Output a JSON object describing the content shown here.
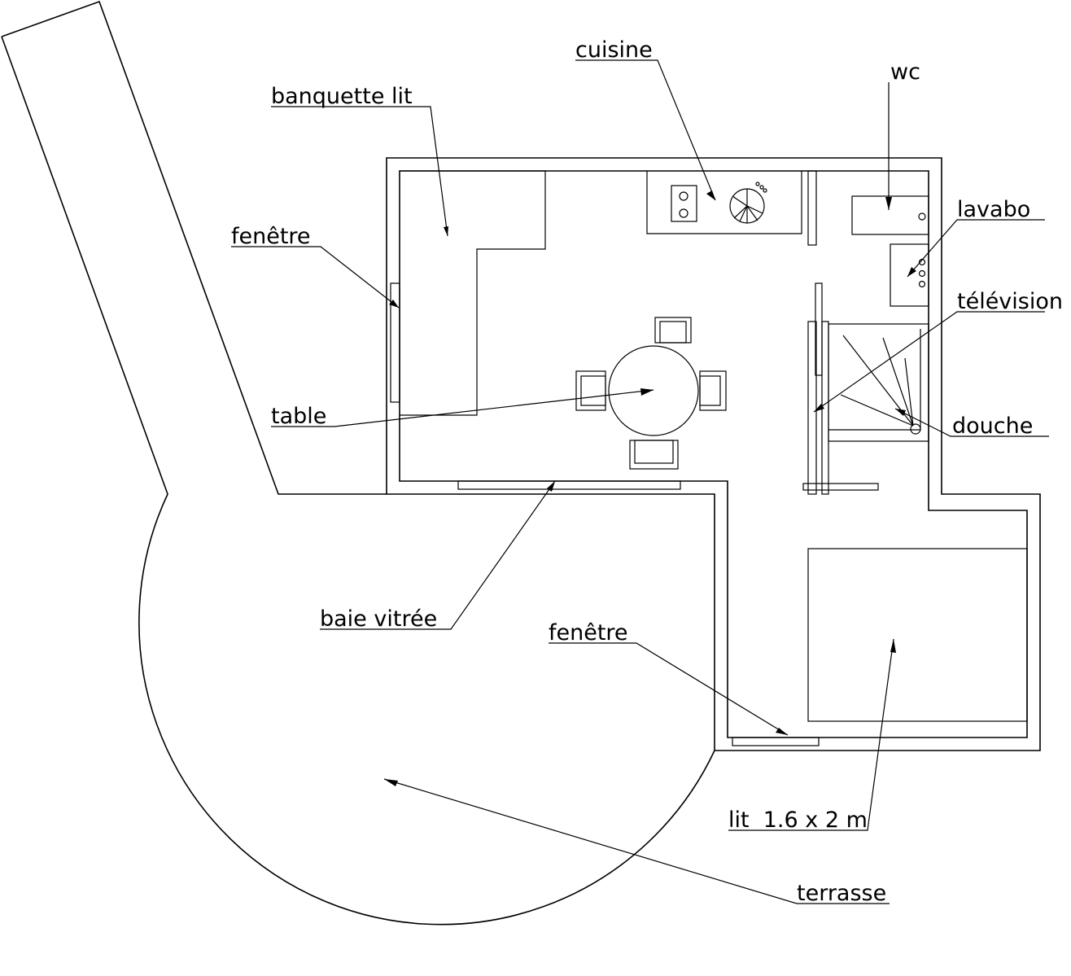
{
  "labels": {
    "cuisine": "cuisine",
    "banquette_lit": "banquette lit",
    "wc": "wc",
    "fenetre_left": "fenêtre",
    "lavabo": "lavabo",
    "television": "télévision",
    "table": "table",
    "douche": "douche",
    "baie_vitree": "baie vitrée",
    "fenetre_bottom": "fenêtre",
    "lit": "lit  1.6 x 2 m",
    "terrasse": "terrasse"
  }
}
